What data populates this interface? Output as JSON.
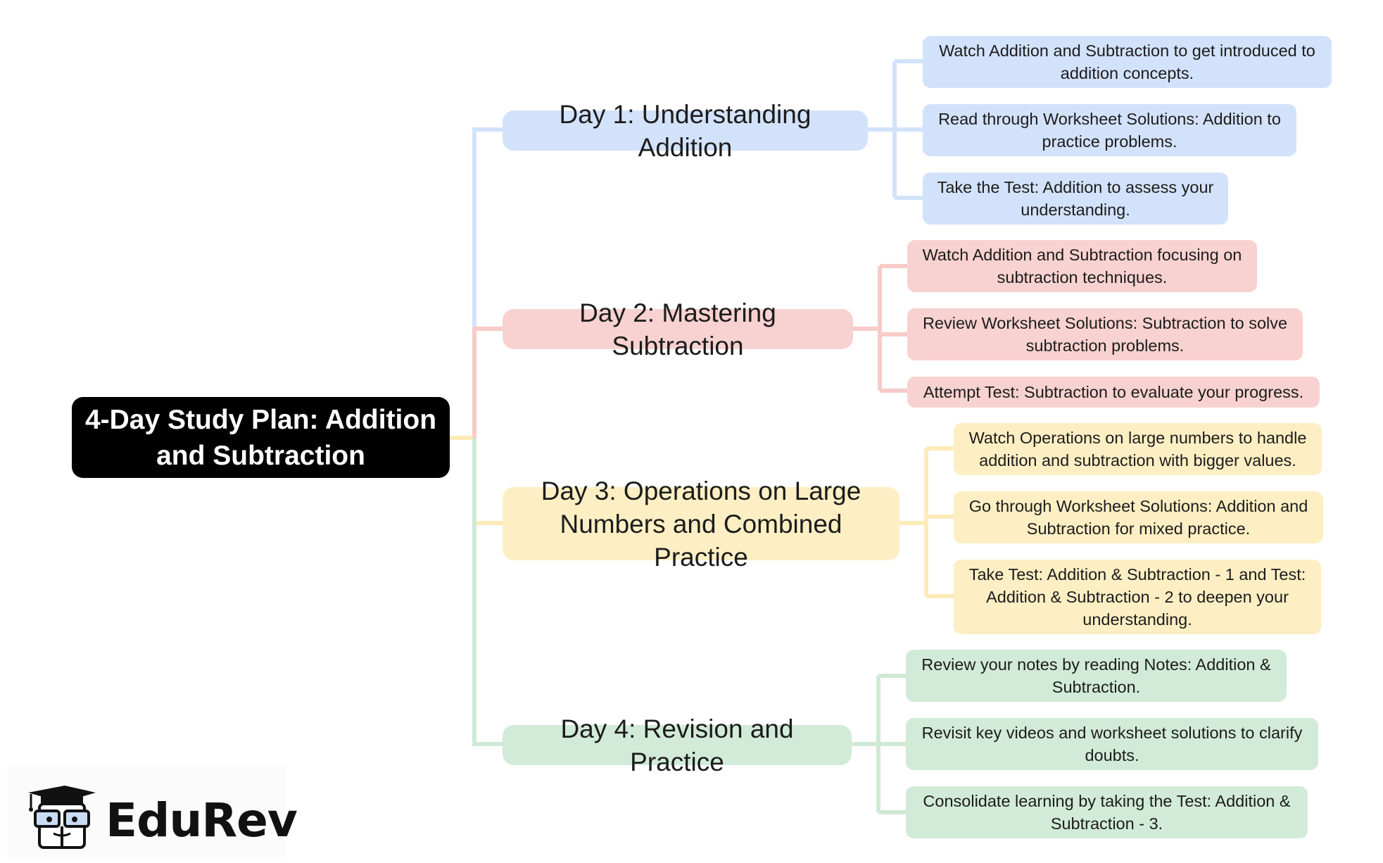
{
  "root": {
    "label": "4-Day Study Plan: Addition and Subtraction"
  },
  "days": [
    {
      "label": "Day 1: Understanding Addition",
      "tasks": [
        "Watch Addition and Subtraction to get introduced to addition concepts.",
        "Read through Worksheet Solutions: Addition to practice problems.",
        "Take the Test: Addition to assess your understanding."
      ]
    },
    {
      "label": "Day 2: Mastering Subtraction",
      "tasks": [
        "Watch Addition and Subtraction focusing on subtraction techniques.",
        "Review Worksheet Solutions: Subtraction to solve subtraction problems.",
        "Attempt Test: Subtraction to evaluate your progress."
      ]
    },
    {
      "label": "Day 3: Operations on Large Numbers and Combined Practice",
      "tasks": [
        "Watch Operations on large numbers to handle addition and subtraction with bigger values.",
        "Go through Worksheet Solutions: Addition and Subtraction for mixed practice.",
        "Take Test: Addition & Subtraction - 1 and Test: Addition & Subtraction - 2 to deepen your understanding."
      ]
    },
    {
      "label": "Day 4: Revision and Practice",
      "tasks": [
        "Review your notes by reading Notes: Addition & Subtraction.",
        "Revisit key videos and worksheet solutions to clarify doubts.",
        "Consolidate learning by taking the Test: Addition & Subtraction - 3."
      ]
    }
  ],
  "colors": {
    "day1": {
      "fill": "#d3e2fb",
      "line": "#d3e2fb"
    },
    "day2": {
      "fill": "#f8d2d0",
      "line": "#f7cbc8"
    },
    "day3": {
      "fill": "#fdefc3",
      "line": "#fdebb8"
    },
    "day4": {
      "fill": "#d2ebd9",
      "line": "#cfe9d5"
    }
  },
  "logo": {
    "text": "EduRev",
    "icon": "graduation-cap-icon"
  }
}
